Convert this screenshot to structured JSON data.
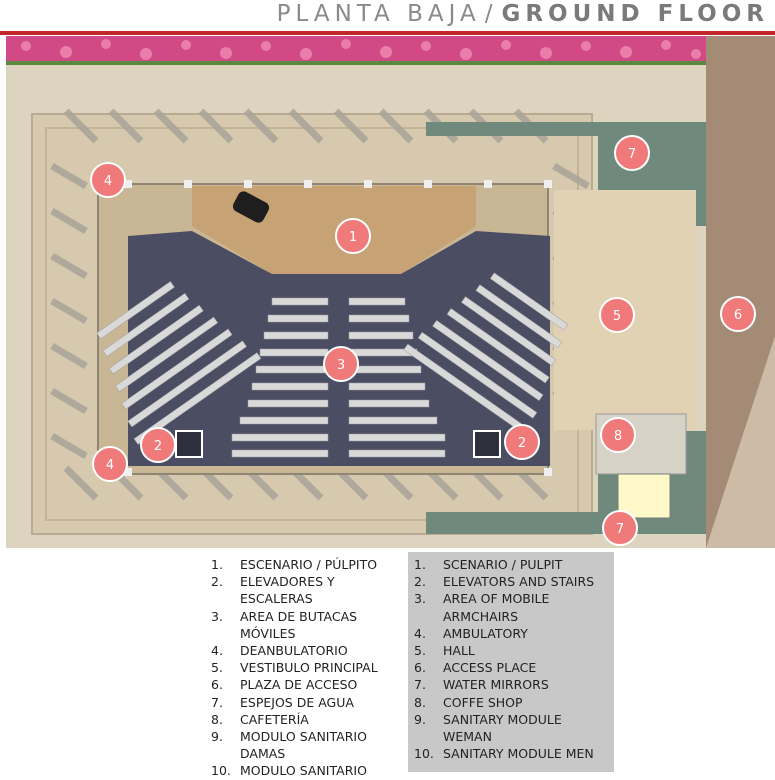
{
  "header": {
    "title_es": "PLANTA BAJA",
    "title_sep": "/",
    "title_en": "GROUND FLOOR"
  },
  "colors": {
    "accent_red": "#c1262b",
    "marker_fill": "#f07a7a",
    "marker_stroke": "#ffffff",
    "legend_box": "#c8c8c8",
    "floor_tile": "#d9c7a4",
    "seating_floor": "#4a4d60",
    "stage_wood": "#c8a477",
    "water": "#6c8679",
    "ground": "#a08a75"
  },
  "markers": [
    {
      "label": "1"
    },
    {
      "label": "2"
    },
    {
      "label": "2"
    },
    {
      "label": "3"
    },
    {
      "label": "4"
    },
    {
      "label": "4"
    },
    {
      "label": "5"
    },
    {
      "label": "6"
    },
    {
      "label": "7"
    },
    {
      "label": "7"
    },
    {
      "label": "8"
    }
  ],
  "legend_es": {
    "items": [
      {
        "num": "1.",
        "text": "ESCENARIO / PÚLPITO"
      },
      {
        "num": "2.",
        "text": "ELEVADORES Y ESCALERAS"
      },
      {
        "num": "3.",
        "text": "AREA DE BUTACAS MÓVILES"
      },
      {
        "num": "4.",
        "text": "DEANBULATORIO"
      },
      {
        "num": "5.",
        "text": "VESTIBULO PRINCIPAL"
      },
      {
        "num": "6.",
        "text": "PLAZA DE ACCESO"
      },
      {
        "num": "7.",
        "text": "ESPEJOS DE AGUA"
      },
      {
        "num": "8.",
        "text": "CAFETERÍA"
      },
      {
        "num": "9.",
        "text": "MODULO SANITARIO DAMAS"
      },
      {
        "num": "10.",
        "text": "MODULO SANITARIO CABALLEROS"
      }
    ]
  },
  "legend_en": {
    "items": [
      {
        "num": "1.",
        "text": "SCENARIO / PULPIT"
      },
      {
        "num": "2.",
        "text": "ELEVATORS AND STAIRS"
      },
      {
        "num": "3.",
        "text": "AREA OF MOBILE ARMCHAIRS"
      },
      {
        "num": "4.",
        "text": "AMBULATORY"
      },
      {
        "num": "5.",
        "text": "HALL"
      },
      {
        "num": "6.",
        "text": "ACCESS PLACE"
      },
      {
        "num": "7.",
        "text": "WATER MIRRORS"
      },
      {
        "num": "8.",
        "text": "COFFE SHOP"
      },
      {
        "num": "9.",
        "text": "SANITARY MODULE WEMAN"
      },
      {
        "num": "10.",
        "text": "SANITARY MODULE MEN"
      }
    ]
  }
}
